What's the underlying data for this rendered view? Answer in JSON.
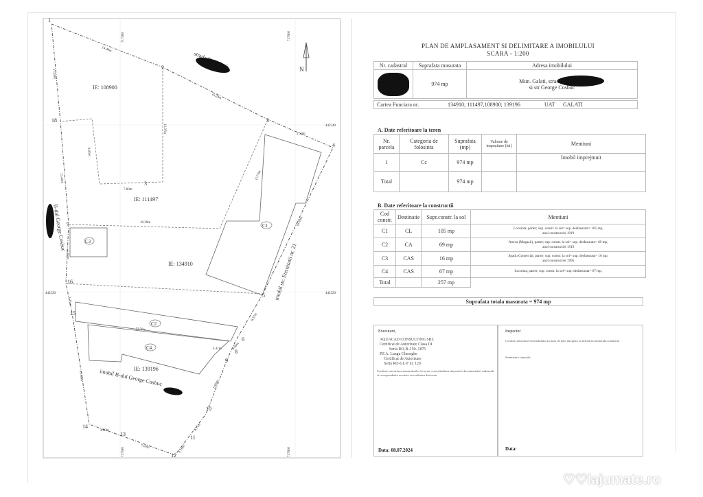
{
  "drawing": {
    "title_line1": "PLAN DE AMPLASAMENT SI DELIMITARE A IMOBILULUI",
    "title_line2": "SCARA - 1:200",
    "coords": {
      "x_top_left": "717580",
      "x_top_right": "717600",
      "x_bottom_left": "717580",
      "x_bottom_right": "717600",
      "y_top_right": "442540",
      "y_mid_left": "442520",
      "y_mid_right": "442520"
    },
    "vertices": [
      "1",
      "2",
      "3",
      "4",
      "5",
      "6",
      "7",
      "8",
      "9",
      "10",
      "11",
      "12",
      "13",
      "14",
      "15",
      "16",
      "17",
      "18",
      "3"
    ],
    "dimensions": {
      "d1_2": "14.48m",
      "d2_3": "16.24m",
      "d3_4": "2.50m",
      "d4_5": "18.50m",
      "d5_6": "8.37m",
      "d6_7": "4.80m",
      "d9_10": "6.85m",
      "d10_11": "8.11m",
      "d11_12": "2.16m",
      "d12_13": "7.00m",
      "d13_14": "4.60m",
      "d14_15": "13.80m",
      "d16_15": "3.25m",
      "d17_16": "6.82m",
      "d18_17": "13.40m",
      "d1_18": "11.54m",
      "d17_cut": "16.30m",
      "d_inner_v": "8.00m",
      "d_inner_h": "7.80m",
      "d_inner_v2": "12.97m",
      "d_c1": "12.73m",
      "d_c4": "12.50m",
      "d_c4b": "4.41m"
    },
    "labels": {
      "street_top": "strada Eternitatii",
      "street_left": "B-dul George Cosbuc",
      "street_bottom": "imobil B-dul George Cosbuc",
      "right_neighbor": "imobil str. Eternitatii nr. 21",
      "ie1": "IE: 108900",
      "ie2": "IE: 111497",
      "ie3": "IE: 134910",
      "ie4": "IE: 139196",
      "c1": "C1",
      "c2": "C2",
      "c3": "C3",
      "c4": "C4",
      "north": "N"
    }
  },
  "header_table": {
    "col1": "Nr. cadastral",
    "col2": "Suprafata masurata",
    "col3": "Adresa imobilului",
    "surface": "974 mp",
    "address_line1": "Mun. Galati, strada Eternitatii",
    "address_line2": "si str George Cosbuc",
    "cf_label": "Cartea Funciara nr.",
    "cf_value": "134910; 111497,108900; 139196",
    "uat_label": "UAT",
    "uat_value": "GALATI"
  },
  "land": {
    "section_title": "A. Date referitoare la teren",
    "headers": [
      "Nr. parcela",
      "Categoria de folosinta",
      "Suprafata (mp)",
      "Valoare de impozitare (lei)",
      "Mentiuni"
    ],
    "rows": [
      {
        "nr": "1",
        "cat": "Cc",
        "surface": "974 mp",
        "value": "",
        "note": "Imobil imprejmuit"
      }
    ],
    "total_label": "Total",
    "total_surface": "974 mp"
  },
  "buildings": {
    "section_title": "B. Date referitoare la constructii",
    "headers": [
      "Cod constr.",
      "Destinatie",
      "Supr.constr. la sol",
      "Mentiuni"
    ],
    "rows": [
      {
        "code": "C1",
        "dest": "CL",
        "surface": "105 mp",
        "note1": "Locuinta, parter; sup. constr. la sol= sup. desfasurata= 105 mp,",
        "note2": "anul constructiei 1919"
      },
      {
        "code": "C2",
        "dest": "CA",
        "surface": "69 mp",
        "note1": "Anexa (Magazii), parter; sup. constr. la sol= sup. desfasurata= 69 mp,",
        "note2": "anul constructiei 1919"
      },
      {
        "code": "C3",
        "dest": "CAS",
        "surface": "16 mp",
        "note1": "Spatiu Comercial, parter; sup. constr. la sol= sup. desfasurata= 16 mp,",
        "note2": "anul constructiei 1995"
      },
      {
        "code": "C4",
        "dest": "CAS",
        "surface": "67 mp",
        "note1": "Locuinta, parter; sup. constr. la sol= sup. desfasurata= 67 mp,",
        "note2": ""
      }
    ],
    "total_label": "Total",
    "total_surface": "257 mp"
  },
  "total_surface_text": "Suprafata totala masurata = 974 mp",
  "executant": {
    "title": "Executant,",
    "company": "AQUACAD CONSULTING SRL",
    "cert1": "Certificat de Autorizare Clasa III",
    "serie1": "Seria RO-B-J Nr. 1875",
    "pfa": "P.F.A. Lungu Gheorghe",
    "cert2": "Certificat de Autorizare",
    "serie2": "Seria RO-GL-F nr. 120",
    "confirm": "Confirm executarea masuratorilor la teren, corectitudinea intocmirii documentatiei cadastrale si corespondenta acesteia cu realitatea din teren",
    "date": "Data: 08.07.2024"
  },
  "inspector": {
    "title": "Inspector",
    "text": "Confirm introducerea imobilului in baza de date integrata si atribuirea numarului cadastral",
    "sign": "Semnatura si parafa",
    "date": "Data:"
  },
  "watermark": "lajumate.ro"
}
